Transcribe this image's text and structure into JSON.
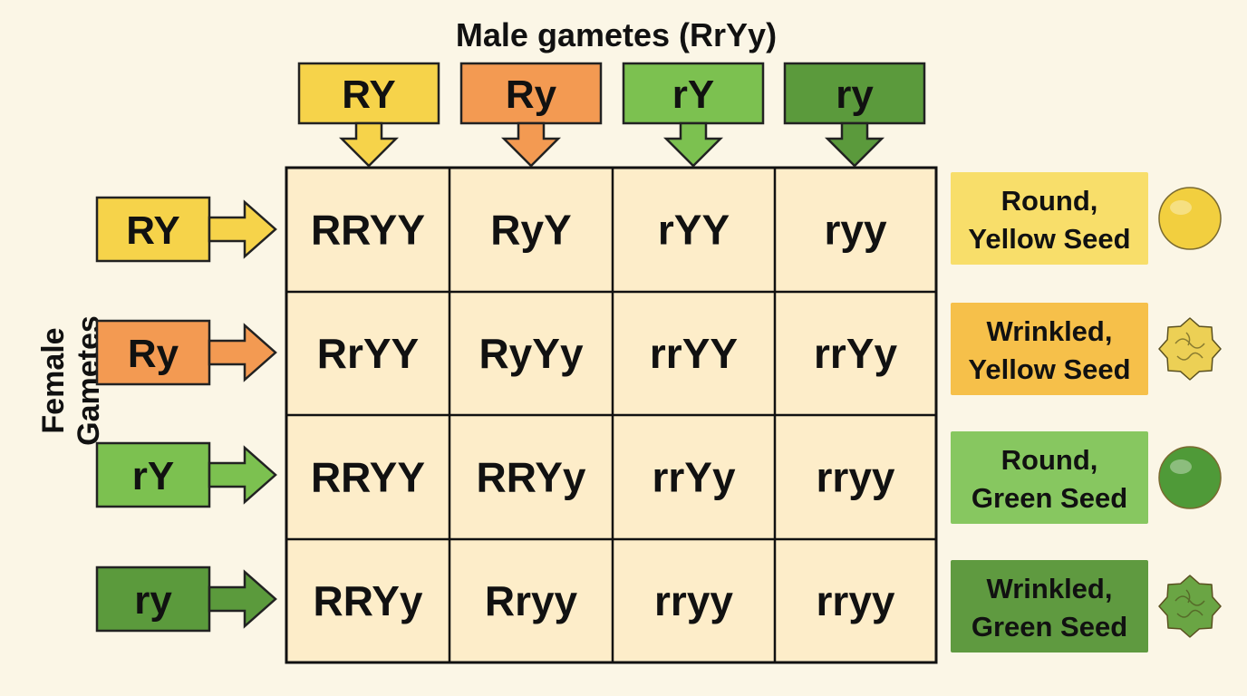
{
  "title": "Male gametes (RrYy)",
  "side_title": "Female Gametes",
  "colors": {
    "background": "#fbf6e6",
    "grid_fill": "#fdedc9",
    "grid_line": "#111111",
    "RY": "#f6d34a",
    "Ry": "#f39a52",
    "rY": "#7cc150",
    "ry": "#5b9a3c"
  },
  "male_gametes": [
    {
      "label": "RY",
      "color": "#f6d34a",
      "icon": "arrow-down-icon"
    },
    {
      "label": "Ry",
      "color": "#f39a52",
      "icon": "arrow-down-icon"
    },
    {
      "label": "rY",
      "color": "#7cc150",
      "icon": "arrow-down-icon"
    },
    {
      "label": "ry",
      "color": "#5b9a3c",
      "icon": "arrow-down-icon"
    }
  ],
  "female_gametes": [
    {
      "label": "RY",
      "color": "#f6d34a",
      "icon": "arrow-right-icon"
    },
    {
      "label": "Ry",
      "color": "#f39a52",
      "icon": "arrow-right-icon"
    },
    {
      "label": "rY",
      "color": "#7cc150",
      "icon": "arrow-right-icon"
    },
    {
      "label": "ry",
      "color": "#5b9a3c",
      "icon": "arrow-right-icon"
    }
  ],
  "grid": [
    [
      "RRYY",
      "RyY",
      "rYY",
      "ryy"
    ],
    [
      "RrYY",
      "RyYy",
      "rrYY",
      "rrYy"
    ],
    [
      "RRYY",
      "RRYy",
      "rrYy",
      "rryy"
    ],
    [
      "RRYy",
      "Rryy",
      "rryy",
      "rryy"
    ]
  ],
  "legend": [
    {
      "line1": "Round,",
      "line2": "Yellow Seed",
      "box_color": "#f8de6a",
      "seed_color": "#f2cf3f",
      "icon": "round-yellow-seed-icon",
      "shape": "round"
    },
    {
      "line1": "Wrinkled,",
      "line2": "Yellow Seed",
      "box_color": "#f6c04a",
      "seed_color": "#ecd055",
      "icon": "wrinkled-yellow-seed-icon",
      "shape": "wrinkled"
    },
    {
      "line1": "Round,",
      "line2": "Green Seed",
      "box_color": "#87c760",
      "seed_color": "#4f9a38",
      "icon": "round-green-seed-icon",
      "shape": "round"
    },
    {
      "line1": "Wrinkled,",
      "line2": "Green Seed",
      "box_color": "#5f9a40",
      "seed_color": "#6aa544",
      "icon": "wrinkled-green-seed-icon",
      "shape": "wrinkled"
    }
  ]
}
